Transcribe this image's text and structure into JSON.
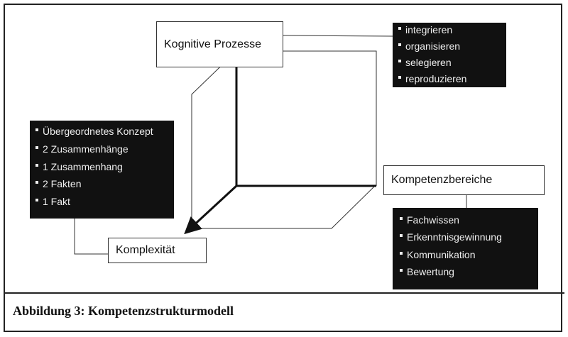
{
  "diagram": {
    "axes": {
      "kognitive_prozesse": {
        "label": "Kognitive Prozesse",
        "items": [
          "integrieren",
          "organisieren",
          "selegieren",
          "reproduzieren"
        ]
      },
      "komplexitaet": {
        "label": "Komplexität",
        "items": [
          "Übergeordnetes Konzept",
          "2 Zusammenhänge",
          "1 Zusammenhang",
          "2 Fakten",
          "1 Fakt"
        ]
      },
      "kompetenzbereiche": {
        "label": "Kompetenzbereiche",
        "items": [
          "Fachwissen",
          "Erkenntnisgewinnung",
          "Kommunikation",
          "Bewertung"
        ]
      }
    }
  },
  "caption": "Abbildung 3: Kompetenzstrukturmodell"
}
